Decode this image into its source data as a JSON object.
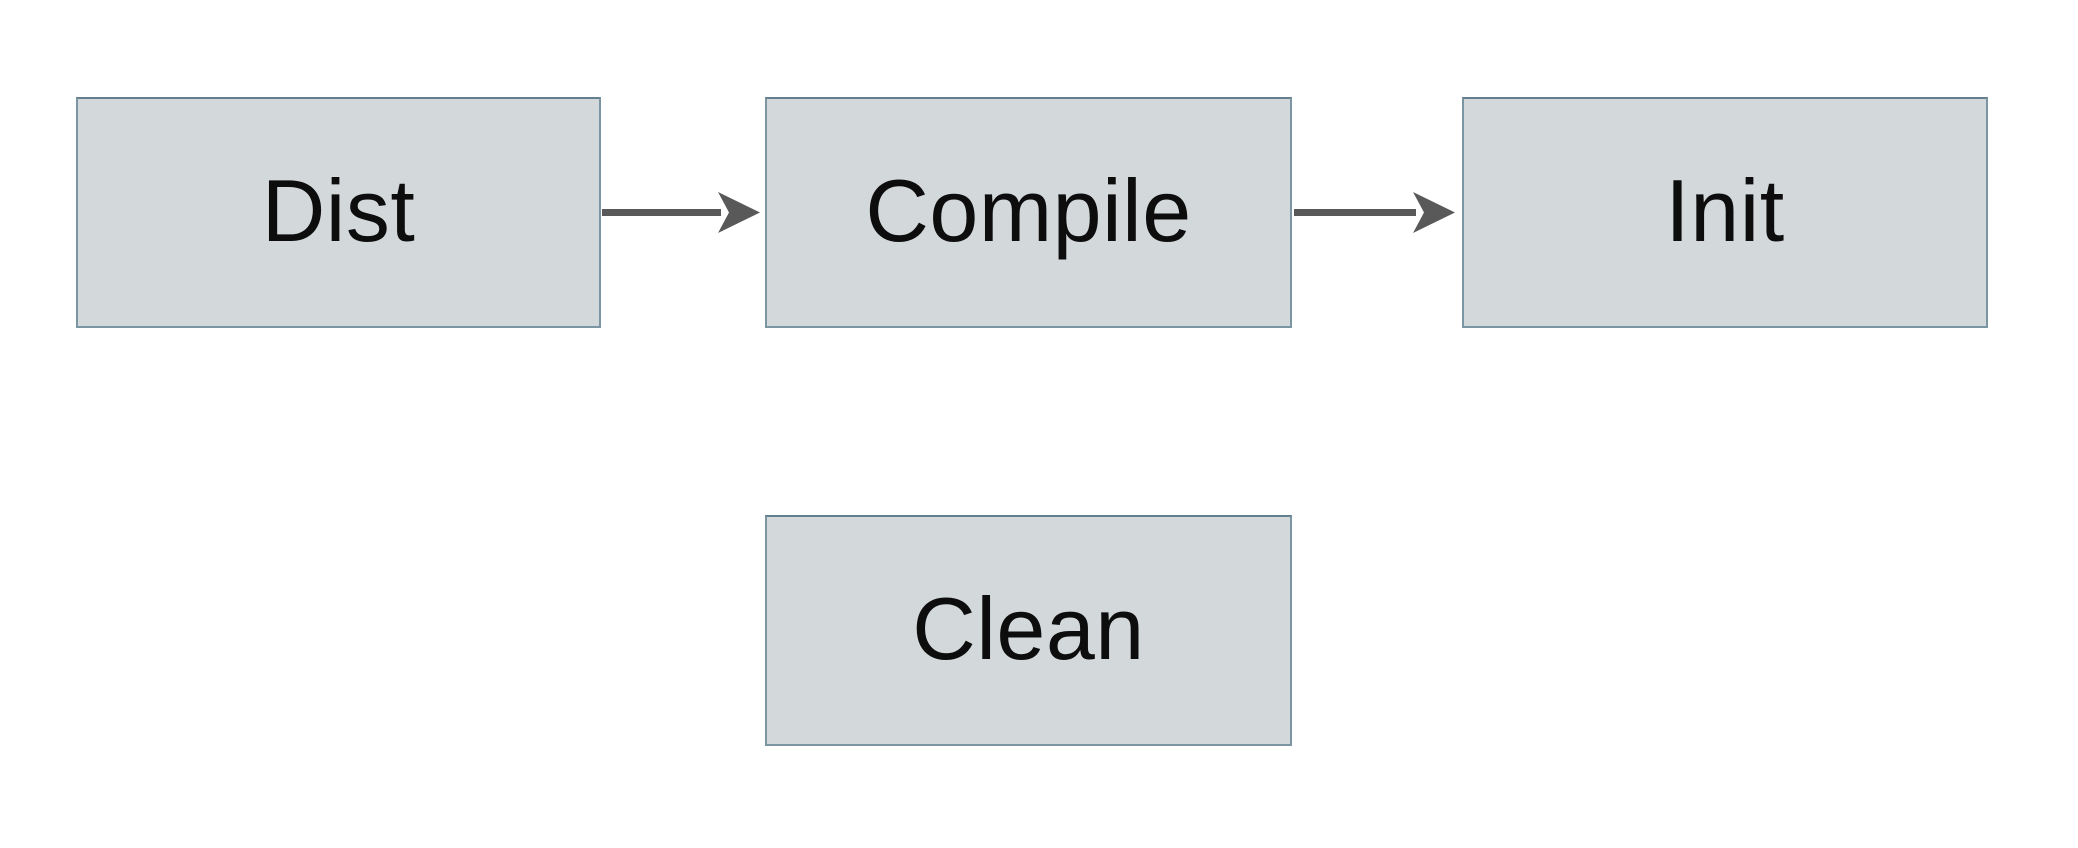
{
  "diagram": {
    "type": "flowchart",
    "background_color": "#ffffff",
    "node_fill_color": "#d3d9db",
    "node_border_color": "#7b96a2",
    "arrow_color": "#595959",
    "text_color": "#0d0d0d",
    "nodes": [
      {
        "id": "dist",
        "label": "Dist"
      },
      {
        "id": "compile",
        "label": "Compile"
      },
      {
        "id": "init",
        "label": "Init"
      },
      {
        "id": "clean",
        "label": "Clean"
      }
    ],
    "edges": [
      {
        "from": "Dist",
        "to": "Compile",
        "style": "solid-arrow"
      },
      {
        "from": "Compile",
        "to": "Init",
        "style": "solid-arrow"
      }
    ]
  }
}
